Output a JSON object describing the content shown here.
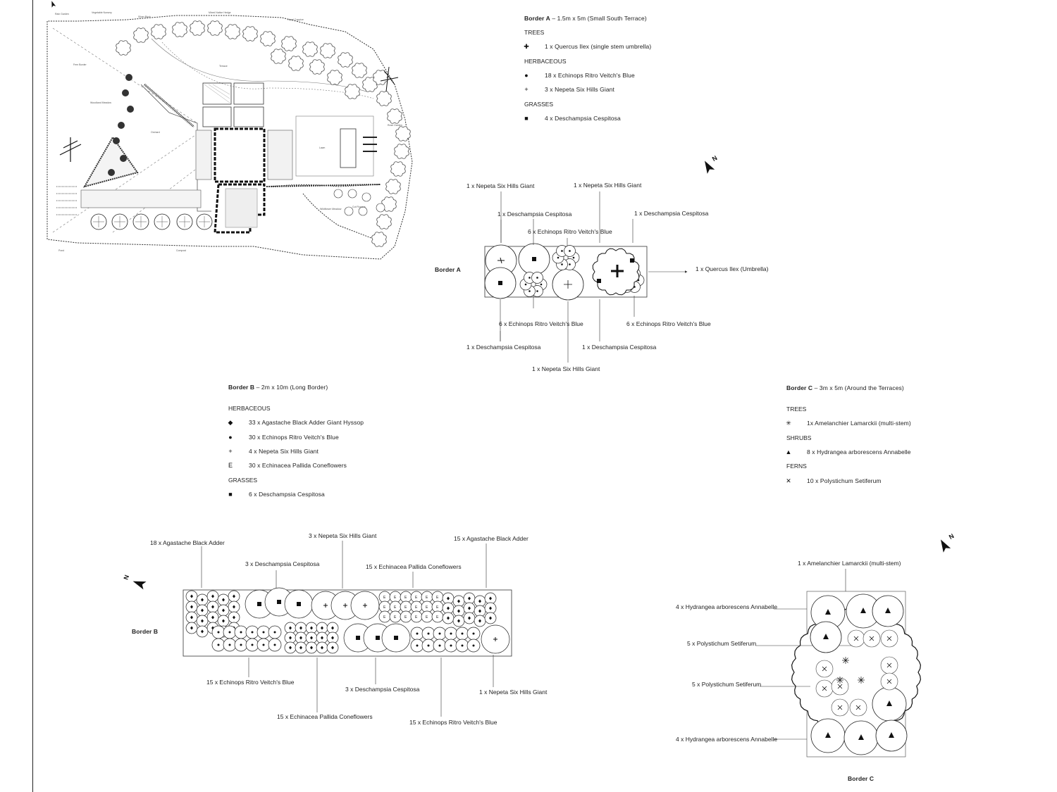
{
  "sitePlan": {
    "labels": [
      "Rain Garden",
      "Vegetable Nursery",
      "Silver Birch",
      "Mixed Native Hedge",
      "Hazel Coppice",
      "Fern Border",
      "Woodland Meadow",
      "Orchard",
      "Lawn",
      "Terrace",
      "Rose Garden",
      "Wildflower Meadow",
      "Cut Flowers",
      "Pond",
      "Compost"
    ]
  },
  "borderA": {
    "title": "Border A",
    "dims": " – 1.5m x 5m  (Small South Terrace)",
    "legend": [
      {
        "type": "header",
        "text": "TREES"
      },
      {
        "type": "item",
        "symbol": "✚",
        "text": "1 x Quercus Ilex (single stem umbrella)"
      },
      {
        "type": "header",
        "text": "HERBACEOUS"
      },
      {
        "type": "item",
        "symbol": "●",
        "text": "18 x Echinops Ritro Veitch's Blue"
      },
      {
        "type": "item",
        "symbol": "+",
        "text": "3 x Nepeta Six Hills Giant"
      },
      {
        "type": "header",
        "text": "GRASSES"
      },
      {
        "type": "item",
        "symbol": "■",
        "text": "4 x Deschampsia Cespitosa"
      }
    ],
    "planLabel": "Border A",
    "callouts": {
      "nepeta1": "1 x Nepeta Six Hills Giant",
      "nepeta2": "1 x Nepeta Six Hills Giant",
      "desch1": "1 x Deschampsia Cespitosa",
      "desch2": "1 x Deschampsia Cespitosa",
      "echinops1": "6 x Echinops Ritro Veitch's Blue",
      "quercus": "1 x Quercus Ilex (Umbrella)",
      "echinops2": "6 x Echinops Ritro Veitch's Blue",
      "echinops3": "6 x Echinops Ritro Veitch's Blue",
      "desch3": "1 x Deschampsia Cespitosa",
      "desch4": "1 x Deschampsia Cespitosa",
      "nepeta3": "1 x Nepeta Six Hills Giant"
    }
  },
  "borderB": {
    "title": "Border B",
    "dims": " – 2m x 10m (Long Border)",
    "legend": [
      {
        "type": "header",
        "text": "HERBACEOUS"
      },
      {
        "type": "item",
        "symbol": "◆",
        "text": "33 x Agastache Black Adder Giant Hyssop"
      },
      {
        "type": "item",
        "symbol": "●",
        "text": "30 x Echinops Ritro Veitch's Blue"
      },
      {
        "type": "item",
        "symbol": "+",
        "text": "4 x Nepeta Six Hills Giant"
      },
      {
        "type": "item",
        "symbol": "E",
        "text": "30 x Echinacea Pallida Coneflowers"
      },
      {
        "type": "header",
        "text": "GRASSES"
      },
      {
        "type": "item",
        "symbol": "■",
        "text": "6 x Deschampsia Cespitosa"
      }
    ],
    "planLabel": "Border B",
    "callouts": {
      "agastache1": "18 x Agastache Black Adder",
      "desch1": "3 x Deschampsia Cespitosa",
      "nepeta1": "3 x Nepeta Six Hills Giant",
      "echinacea1": "15 x Echinacea Pallida Coneflowers",
      "agastache2": "15 x Agastache Black Adder",
      "echinops1": "15 x Echinops Ritro Veitch's Blue",
      "desch2": "3 x Deschampsia Cespitosa",
      "nepeta2": "1 x Nepeta Six Hills Giant",
      "echinacea2": "15 x Echinacea Pallida Coneflowers",
      "echinops2": "15 x Echinops Ritro Veitch's Blue"
    }
  },
  "borderC": {
    "title": "Border C",
    "dims": " – 3m x 5m (Around the Terraces)",
    "legend": [
      {
        "type": "header",
        "text": "TREES"
      },
      {
        "type": "item",
        "symbol": "✳",
        "text": "1x Amelanchier Lamarckii (multi-stem)"
      },
      {
        "type": "header",
        "text": "SHRUBS"
      },
      {
        "type": "item",
        "symbol": "▲",
        "text": "8 x Hydrangea arborescens Annabelle"
      },
      {
        "type": "header",
        "text": "FERNS"
      },
      {
        "type": "item",
        "symbol": "✕",
        "text": "10 x Polystichum Setiferum"
      }
    ],
    "planLabel": "Border C",
    "callouts": {
      "amelanchier": "1 x Amelanchier Lamarckii (multi-stem)",
      "hydrangea1": "4 x Hydrangea arborescens Annabelle",
      "poly1": "5 x Polystichum Setiferum",
      "poly2": "5 x Polystichum Setiferum",
      "hydrangea2": "4 x Hydrangea arborescens Annabelle"
    }
  },
  "north": "N",
  "colors": {
    "ink": "#111111",
    "paper": "#ffffff"
  }
}
